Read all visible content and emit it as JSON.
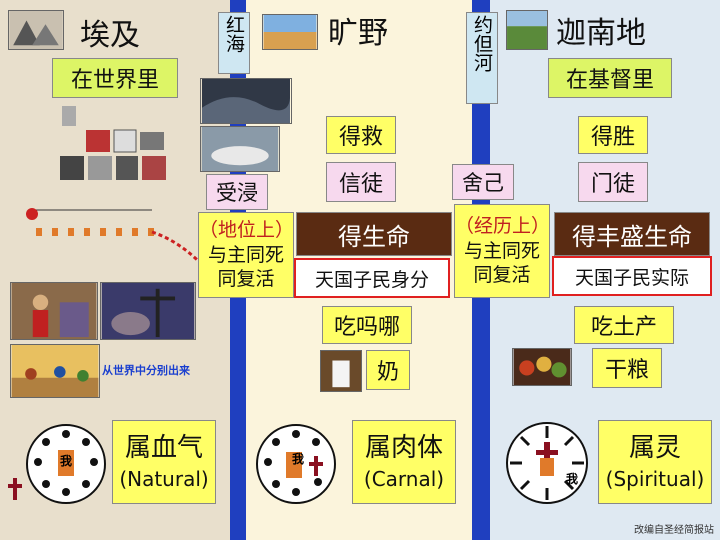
{
  "egypt": {
    "title": "埃及",
    "in_label": "在世界里",
    "baptism": "受浸",
    "position_heading": "（地位上）",
    "position_line1": "与主同死",
    "position_line2": "同复活",
    "separate_caption": "从世界中分别出来",
    "me": "我",
    "nature_cn": "属血气",
    "nature_en": "(Natural)"
  },
  "red_sea": {
    "label": "红海"
  },
  "wilderness": {
    "title": "旷野",
    "saved": "得救",
    "believer": "信徒",
    "life": "得生命",
    "identity": "天国子民身分",
    "manna": "吃吗哪",
    "milk": "奶",
    "me": "我",
    "nature_cn": "属肉体",
    "nature_en": "(Carnal)"
  },
  "jordan": {
    "label": "约但河",
    "self_denial": "舍己",
    "experience_heading": "（经历上）",
    "experience_line1": "与主同死",
    "experience_line2": "同复活"
  },
  "canaan": {
    "title": "迦南地",
    "in_label": "在基督里",
    "victory": "得胜",
    "disciple": "门徒",
    "abundant_life": "得丰盛生命",
    "reality": "天国子民实际",
    "produce": "吃土产",
    "dry_food": "干粮",
    "me": "我",
    "nature_cn": "属灵",
    "nature_en": "(Spiritual)"
  },
  "credit": "改编自圣经简报站",
  "colors": {
    "river": "#1f3fbf",
    "yellow": "#ffff66",
    "lime": "#ddf566",
    "pink": "#f7d9ee",
    "brown": "#5a2b12",
    "red_border": "#e02020",
    "cross": "#8a1020"
  }
}
